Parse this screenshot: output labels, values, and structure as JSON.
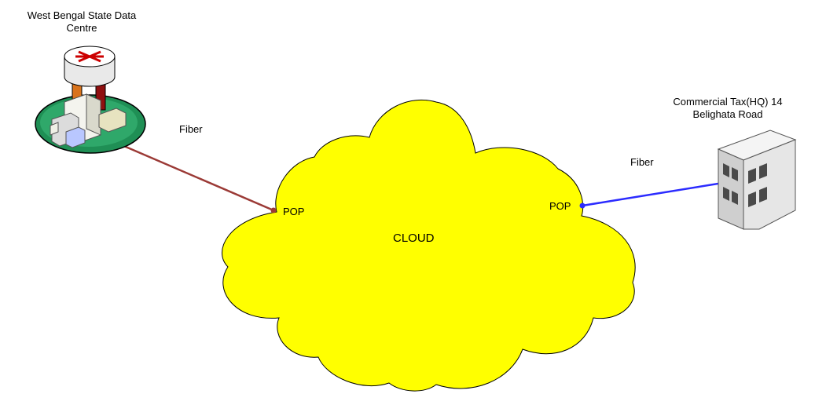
{
  "nodes": {
    "datacentre": {
      "label_line1": "West Bengal  State Data",
      "label_line2": "Centre",
      "icon": "campus-router-icon"
    },
    "commercial_tax": {
      "label_line1": "Commercial Tax(HQ) 14",
      "label_line2": "Belighata Road",
      "icon": "office-building-icon"
    },
    "cloud": {
      "label": "CLOUD",
      "fill_color": "#ffff00",
      "icon": "cloud-icon"
    }
  },
  "pops": {
    "left": "POP",
    "right": "POP"
  },
  "links": {
    "left": {
      "label": "Fiber",
      "color": "#9b3a36"
    },
    "right": {
      "label": "Fiber",
      "color": "#2b2bff"
    }
  }
}
